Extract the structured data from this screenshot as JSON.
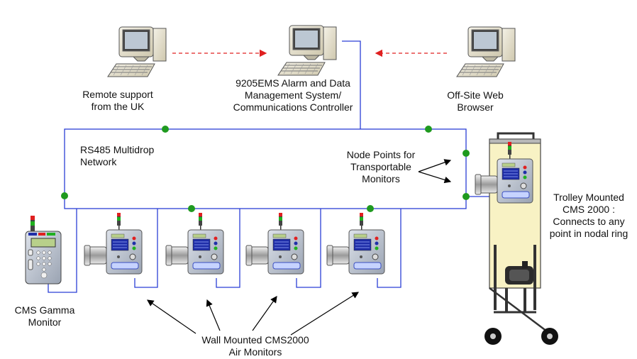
{
  "remote_support": {
    "line1": "Remote support",
    "line2": "from the UK"
  },
  "ems": {
    "line1": "9205EMS Alarm and Data",
    "line2": "Management System/",
    "line3": "Communications Controller"
  },
  "offsite": {
    "line1": "Off-Site Web",
    "line2": "Browser"
  },
  "network": {
    "line1": "RS485 Multidrop",
    "line2": "Network"
  },
  "node_points": {
    "line1": "Node Points for",
    "line2": "Transportable",
    "line3": "Monitors"
  },
  "trolley": {
    "line1": "Trolley Mounted",
    "line2": "CMS 2000 :",
    "line3": "Connects to any",
    "line4": "point in nodal ring"
  },
  "gamma": {
    "line1": "CMS Gamma",
    "line2": "Monitor"
  },
  "wall": {
    "line1": "Wall Mounted CMS2000",
    "line2": "Air Monitors"
  },
  "colors": {
    "network_line": "#2b3fd6",
    "node": "#1f9a1f",
    "arrow_red": "#e02020",
    "trolley_body": "#f8f2c4"
  }
}
